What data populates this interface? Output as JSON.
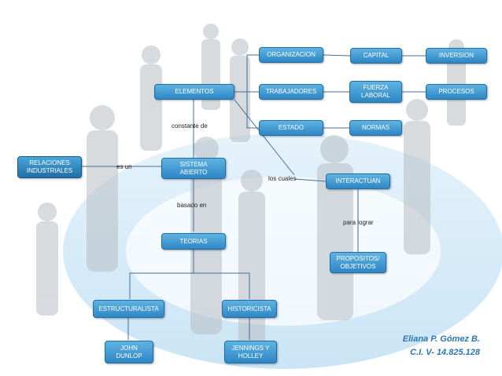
{
  "nodes": {
    "organizacion": "ORGANIZACION",
    "capital": "CAPITAL",
    "inversion": "INVERSION",
    "elementos": "ELEMENTOS",
    "trabajadores": "TRABAJADORES",
    "fuerza_laboral": "FUERZA\nLABORAL",
    "procesos": "PROCESOS",
    "estado": "ESTADO",
    "normas": "NORMAS",
    "relaciones_industriales": "RELACIONES\nINDUSTRIALES",
    "sistema_abierto": "SISTEMA\nABIERTO",
    "interactuan": "INTERACTUAN",
    "teorias": "TEORIAS",
    "propositos_objetivos": "PROPOSITOS/\nOBJETIVOS",
    "estructuralista": "ESTRUCTURALISTA",
    "historicista": "HISTORICISTA",
    "john_dunlop": "JOHN\nDUNLOP",
    "jennings_holley": "JENNINGS Y\nHOLLEY"
  },
  "links": {
    "constante_de": "constante de",
    "es_un": "es un",
    "los_cuales": "los cuales",
    "basado_en": "basado en",
    "para_lograr": "para lograr"
  },
  "credit": {
    "name": "Eliana P. Gómez B.",
    "id": "C.I. V- 14.825.128"
  },
  "colors": {
    "node": "#3a95d0",
    "line": "#3f6f9a",
    "credit": "#2d75b6"
  }
}
